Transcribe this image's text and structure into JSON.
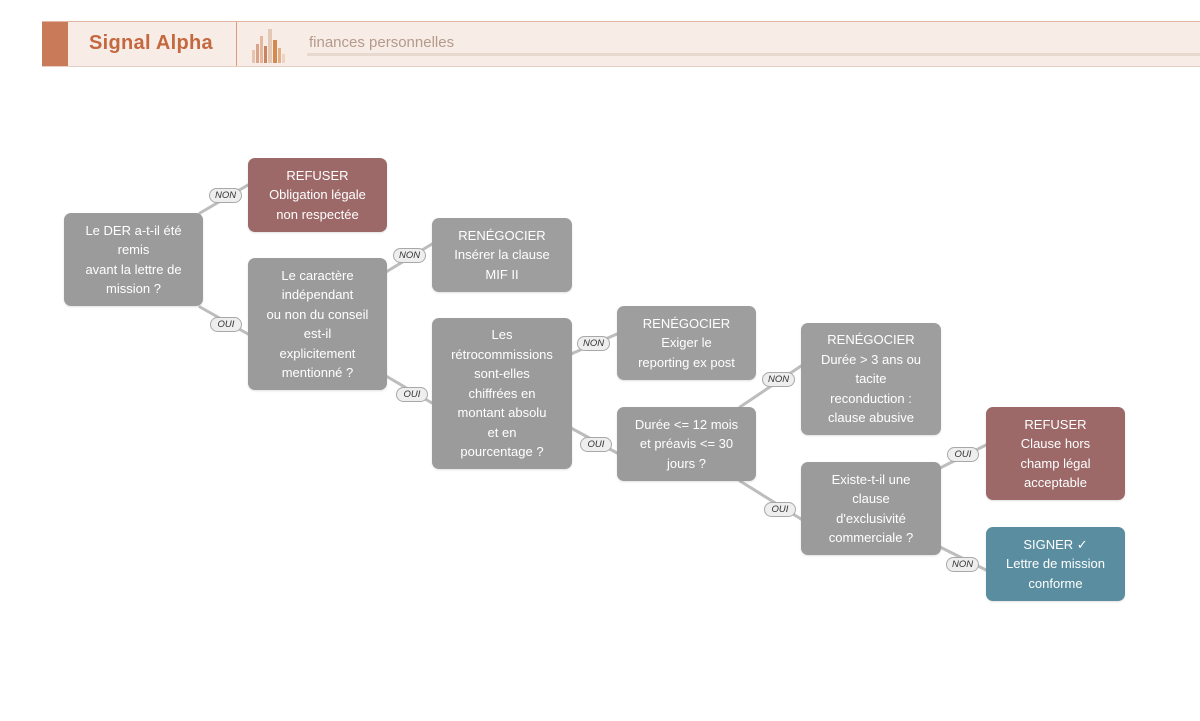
{
  "header": {
    "brand": "Signal Alpha",
    "tagline": "finances personnelles",
    "logo_icon": "bar-chart-logo-icon",
    "colors": {
      "accent": "#c97a58",
      "brand_text": "#c4683f",
      "background": "#f7ece6"
    }
  },
  "nodes": {
    "q_der": "Le DER a-t-il été\nremis\navant la lettre de\nmission ?",
    "refuse_der": "REFUSER\nObligation légale\nnon respectée",
    "q_independance": "Le caractère\nindépendant\nou non du conseil\nest-il\nexplicitement\nmentionné ?",
    "reneg_mif": "RENÉGOCIER\nInsérer la clause\nMIF II",
    "q_retro": "Les\nrétrocommissions\nsont-elles\nchiffrées en\nmontant absolu\net en\npourcentage ?",
    "reneg_reporting": "RENÉGOCIER\nExiger le\nreporting ex post",
    "q_duree": "Durée <= 12 mois\net préavis <= 30\njours ?",
    "reneg_duree": "RENÉGOCIER\nDurée > 3 ans ou\ntacite\nreconduction :\nclause abusive",
    "q_exclusivite": "Existe-t-il une\nclause\nd'exclusivité\ncommerciale ?",
    "refuse_clause": "REFUSER\nClause hors\nchamp légal\nacceptable",
    "sign": "SIGNER ✓\nLettre de mission\nconforme"
  },
  "edge_labels": {
    "der_non": "NON",
    "der_oui": "OUI",
    "indep_non": "NON",
    "indep_oui": "OUI",
    "retro_non": "NON",
    "retro_oui": "OUI",
    "duree_non": "NON",
    "duree_oui": "OUI",
    "exclu_oui": "OUI",
    "exclu_non": "NON"
  },
  "colors": {
    "question": "#9b9b9b",
    "refuse": "#9c6868",
    "renegotiate": "#9e9e9e",
    "sign": "#5a8da0",
    "edge": "#bdbdbd"
  }
}
